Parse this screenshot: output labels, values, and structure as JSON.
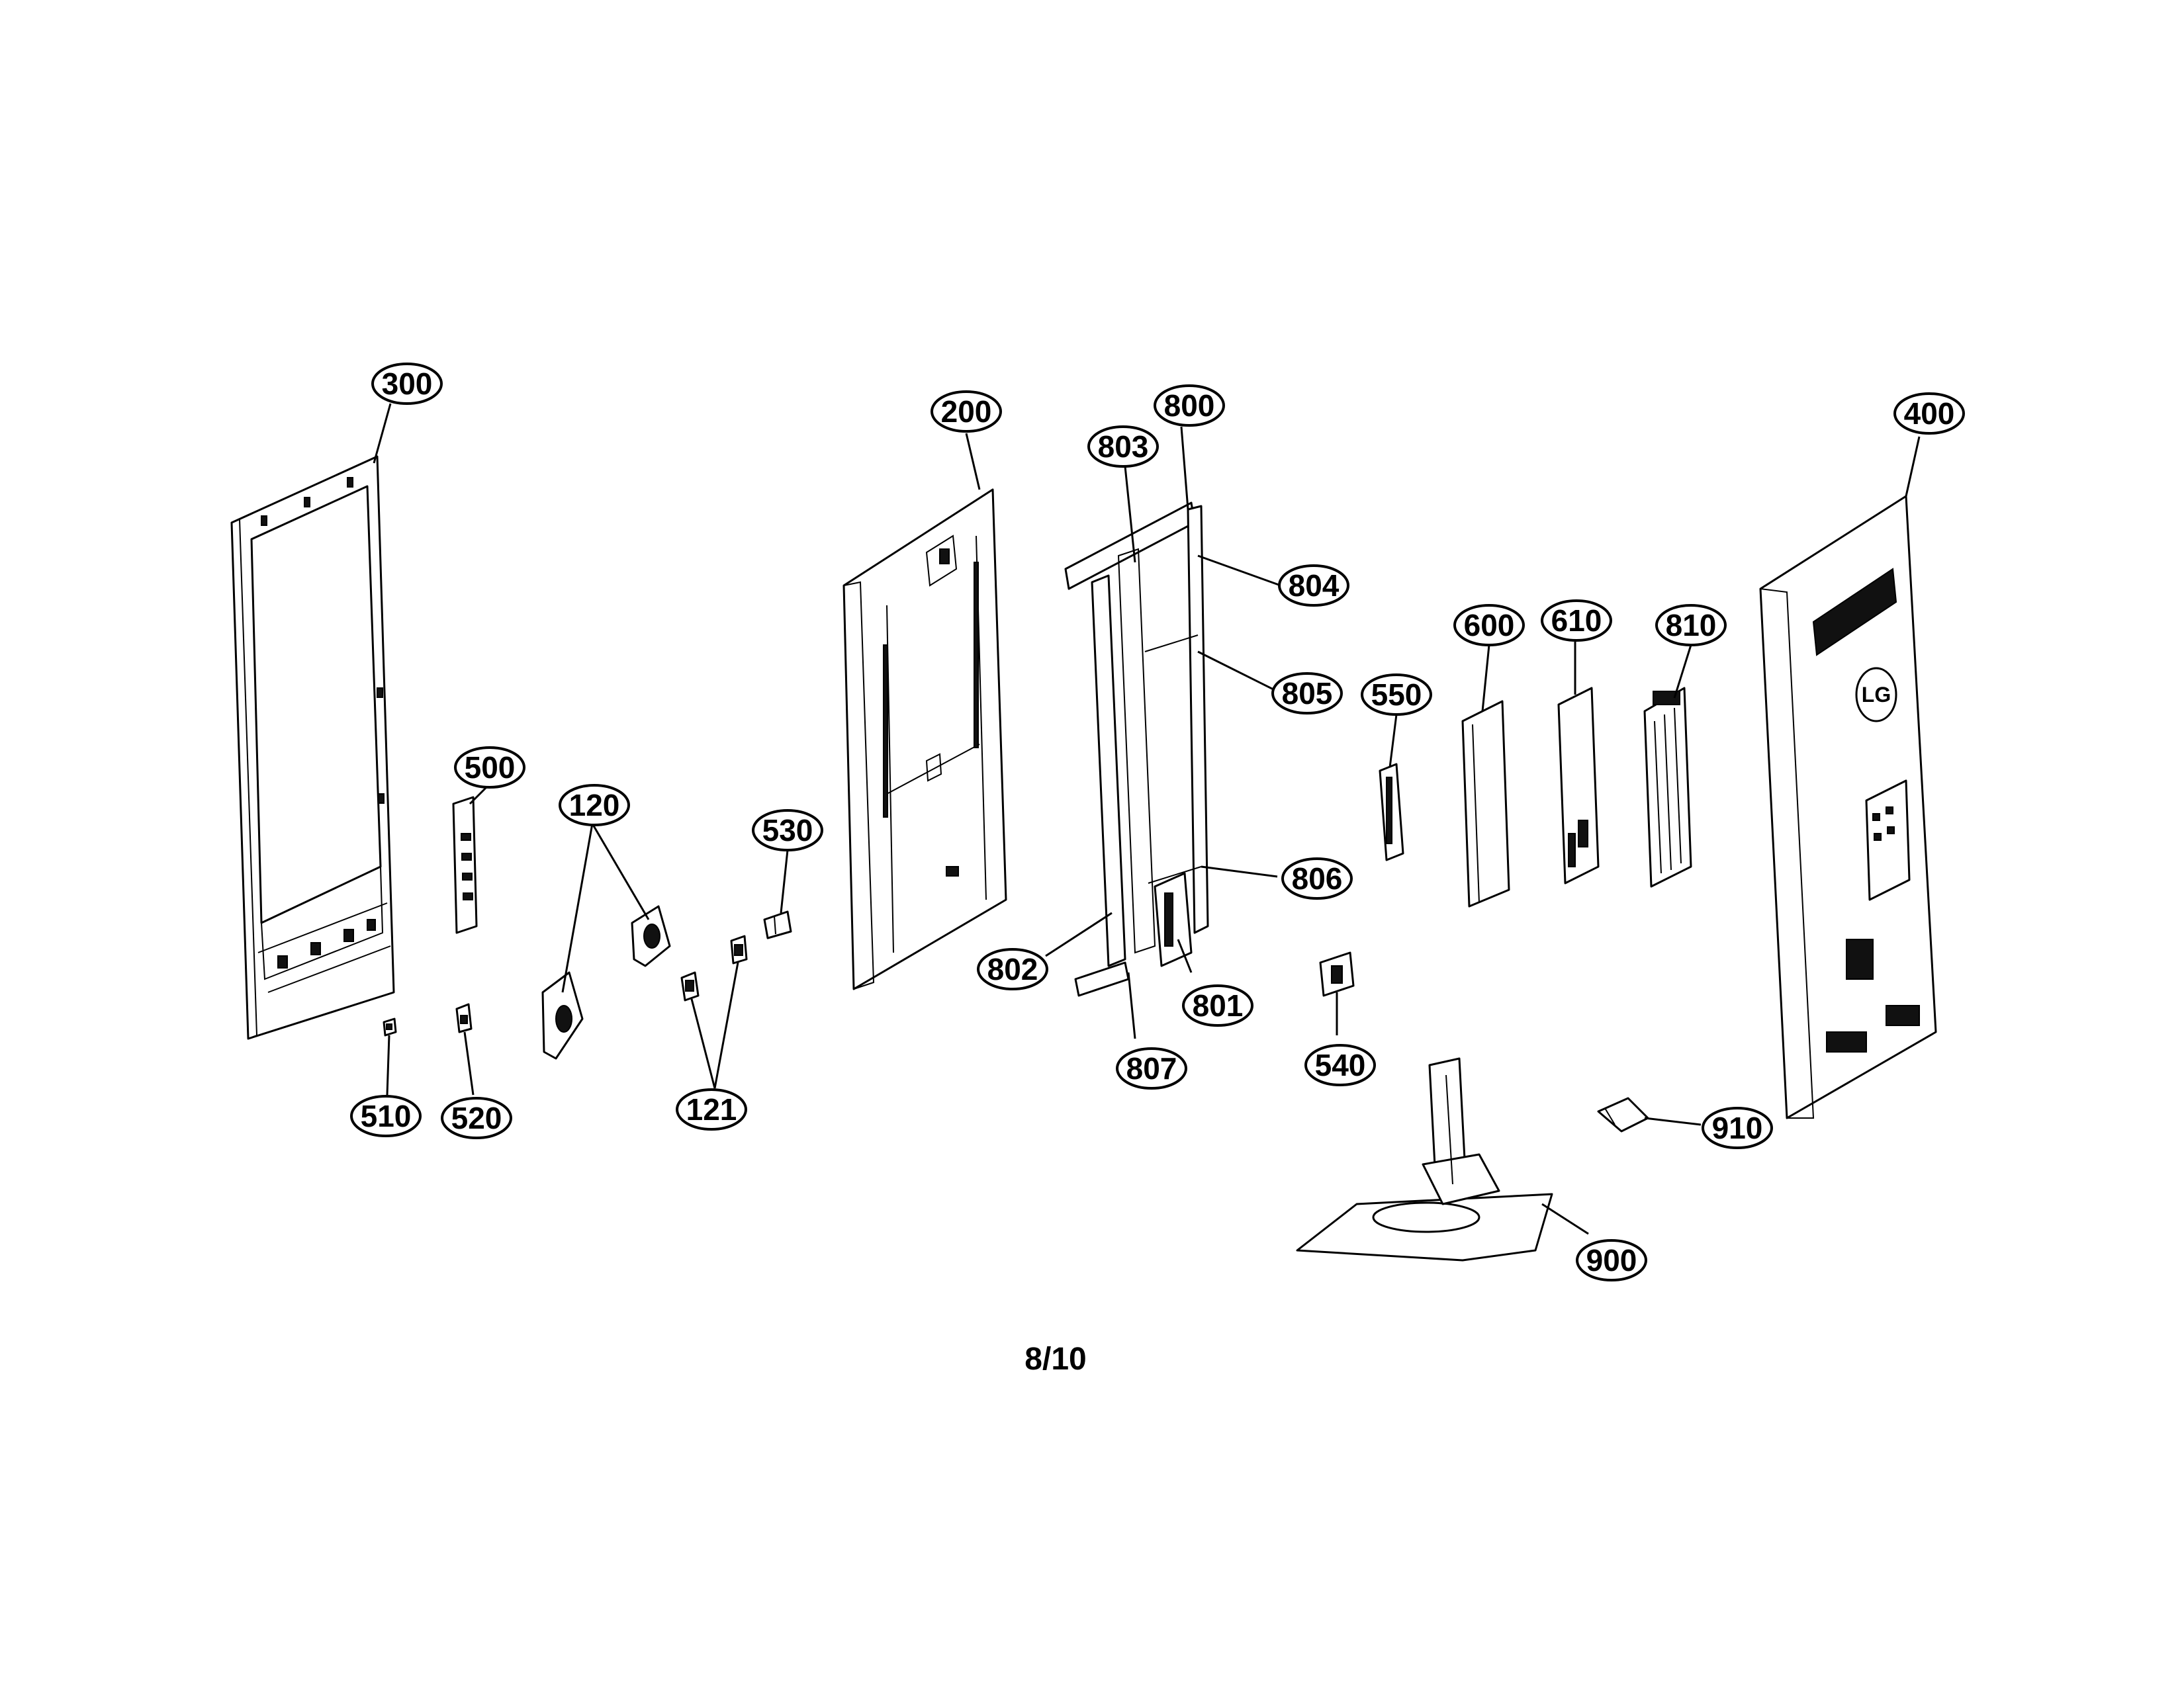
{
  "page_number": "8/10",
  "labels": {
    "l300": "300",
    "l200": "200",
    "l800": "800",
    "l803": "803",
    "l400": "400",
    "l804": "804",
    "l805": "805",
    "l600": "600",
    "l610": "610",
    "l810": "810",
    "l550": "550",
    "l500": "500",
    "l120": "120",
    "l530": "530",
    "l806": "806",
    "l802": "802",
    "l801": "801",
    "l807": "807",
    "l540": "540",
    "l510": "510",
    "l520": "520",
    "l121": "121",
    "l910": "910",
    "l900": "900"
  },
  "logo_text": "LG"
}
